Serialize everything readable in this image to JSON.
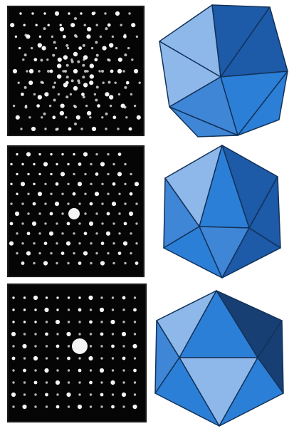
{
  "figure": {
    "rows": [
      {
        "pattern_icon": "fivefold-diffraction-pattern-icon",
        "polyhedron_icon": "icosahedron-fivefold-view-icon",
        "symmetry_axis": "fivefold"
      },
      {
        "pattern_icon": "threefold-diffraction-pattern-icon",
        "polyhedron_icon": "icosahedron-threefold-view-icon",
        "symmetry_axis": "threefold"
      },
      {
        "pattern_icon": "twofold-diffraction-pattern-icon",
        "polyhedron_icon": "icosahedron-twofold-view-icon",
        "symmetry_axis": "twofold"
      }
    ],
    "colors": {
      "pattern_background": "#050505",
      "spot": "#f4f4f4",
      "face_light": "#8fb8ea",
      "face_mid": "#3f86d6",
      "face_bright": "#2c7fd6",
      "face_dark": "#1d5aa8",
      "face_darkest": "#173f73",
      "edge": "#12325a"
    }
  }
}
